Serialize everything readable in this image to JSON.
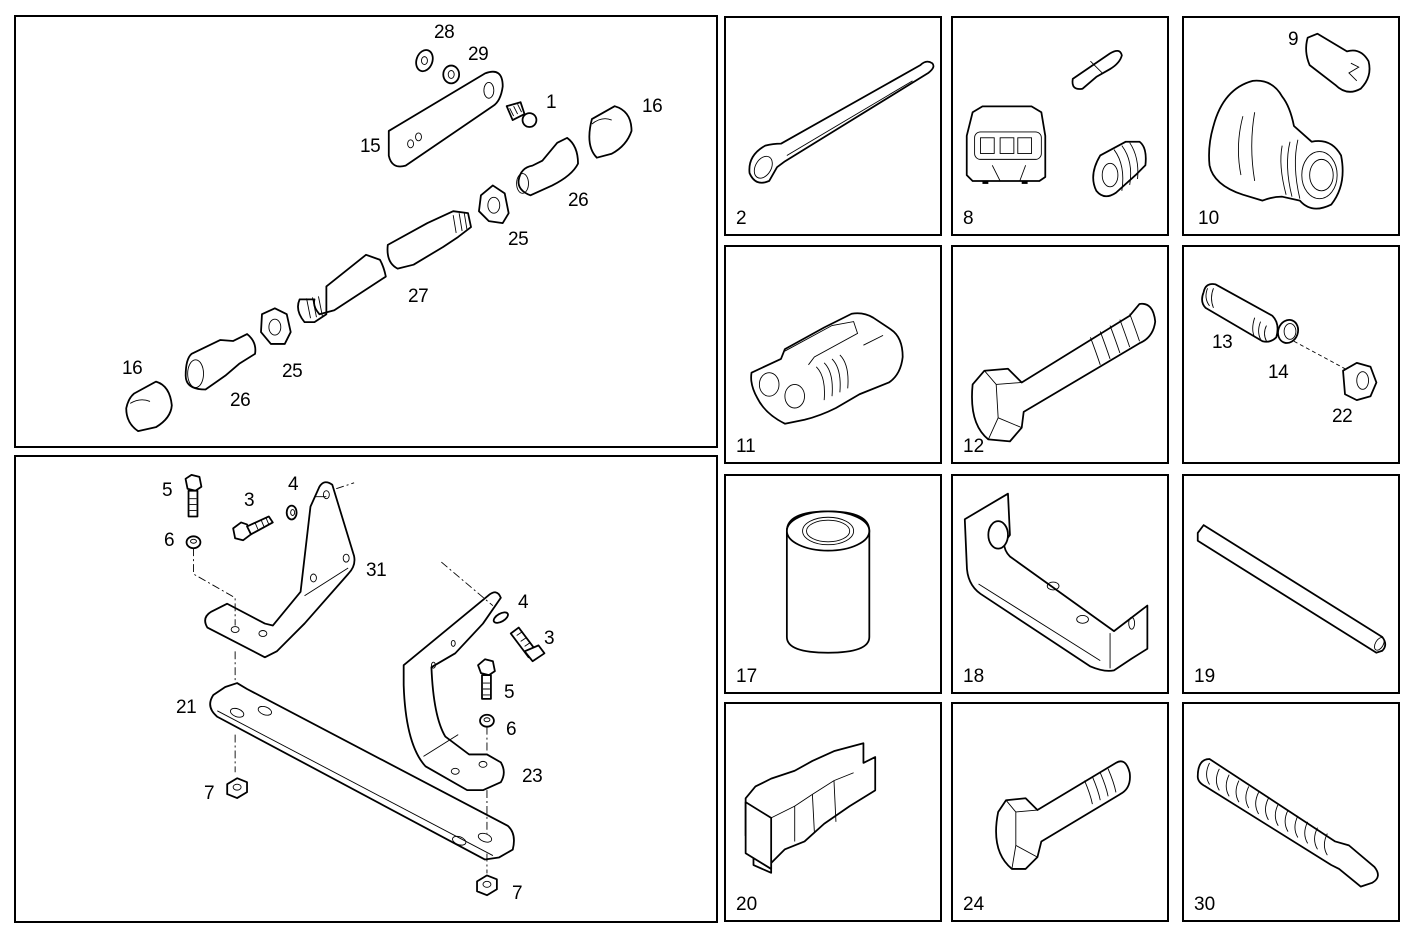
{
  "panels": {
    "main_top": {
      "callouts": [
        "28",
        "29",
        "1",
        "16",
        "15",
        "26",
        "25",
        "27",
        "25",
        "16",
        "26"
      ]
    },
    "main_bottom": {
      "callouts": [
        "5",
        "3",
        "4",
        "6",
        "31",
        "4",
        "3",
        "5",
        "6",
        "21",
        "23",
        "7",
        "7"
      ]
    },
    "tiles": [
      {
        "number": "2",
        "part": "cotter-pin"
      },
      {
        "number": "8",
        "part": "connector-kit"
      },
      {
        "number": "10",
        "part": "lamp-socket",
        "extra_callout": "9"
      },
      {
        "number": "11",
        "part": "connector-housing"
      },
      {
        "number": "12",
        "part": "hex-bolt"
      },
      {
        "number": "13",
        "part": "stud-kit",
        "extra_callouts": [
          "13",
          "14",
          "22"
        ]
      },
      {
        "number": "17",
        "part": "bushing"
      },
      {
        "number": "18",
        "part": "bracket"
      },
      {
        "number": "19",
        "part": "rod"
      },
      {
        "number": "20",
        "part": "switch"
      },
      {
        "number": "24",
        "part": "hex-bolt-short"
      },
      {
        "number": "30",
        "part": "threaded-stud"
      }
    ]
  }
}
